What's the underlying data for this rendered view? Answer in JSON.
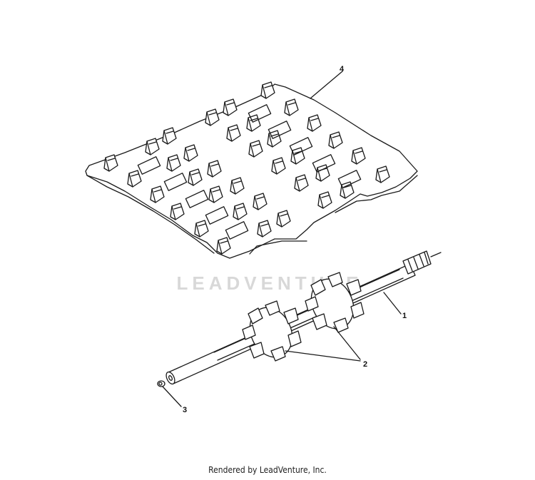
{
  "diagram": {
    "callouts": [
      {
        "id": "4",
        "label": "4"
      },
      {
        "id": "1",
        "label": "1"
      },
      {
        "id": "2",
        "label": "2"
      },
      {
        "id": "3",
        "label": "3"
      }
    ],
    "watermark": "LEADVENTURE",
    "footer": "Rendered by LeadVenture, Inc."
  }
}
